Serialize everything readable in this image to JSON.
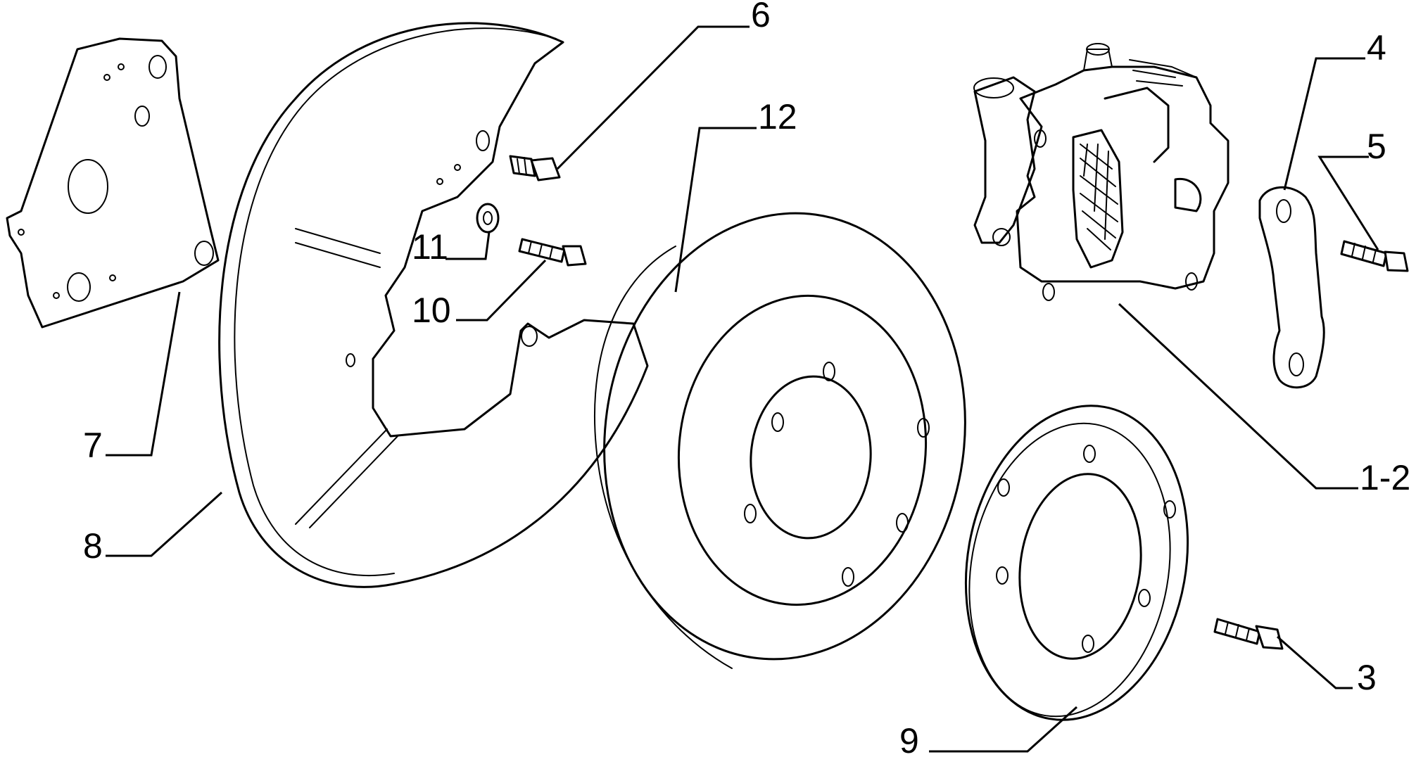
{
  "diagram": {
    "type": "exploded-parts-view",
    "callouts": [
      {
        "id": "c6",
        "label": "6"
      },
      {
        "id": "c12",
        "label": "12"
      },
      {
        "id": "c4",
        "label": "4"
      },
      {
        "id": "c5",
        "label": "5"
      },
      {
        "id": "c11",
        "label": "11"
      },
      {
        "id": "c10",
        "label": "10"
      },
      {
        "id": "c7",
        "label": "7"
      },
      {
        "id": "c8",
        "label": "8"
      },
      {
        "id": "c1-2",
        "label": "1-2"
      },
      {
        "id": "c3",
        "label": "3"
      },
      {
        "id": "c9",
        "label": "9"
      }
    ]
  }
}
